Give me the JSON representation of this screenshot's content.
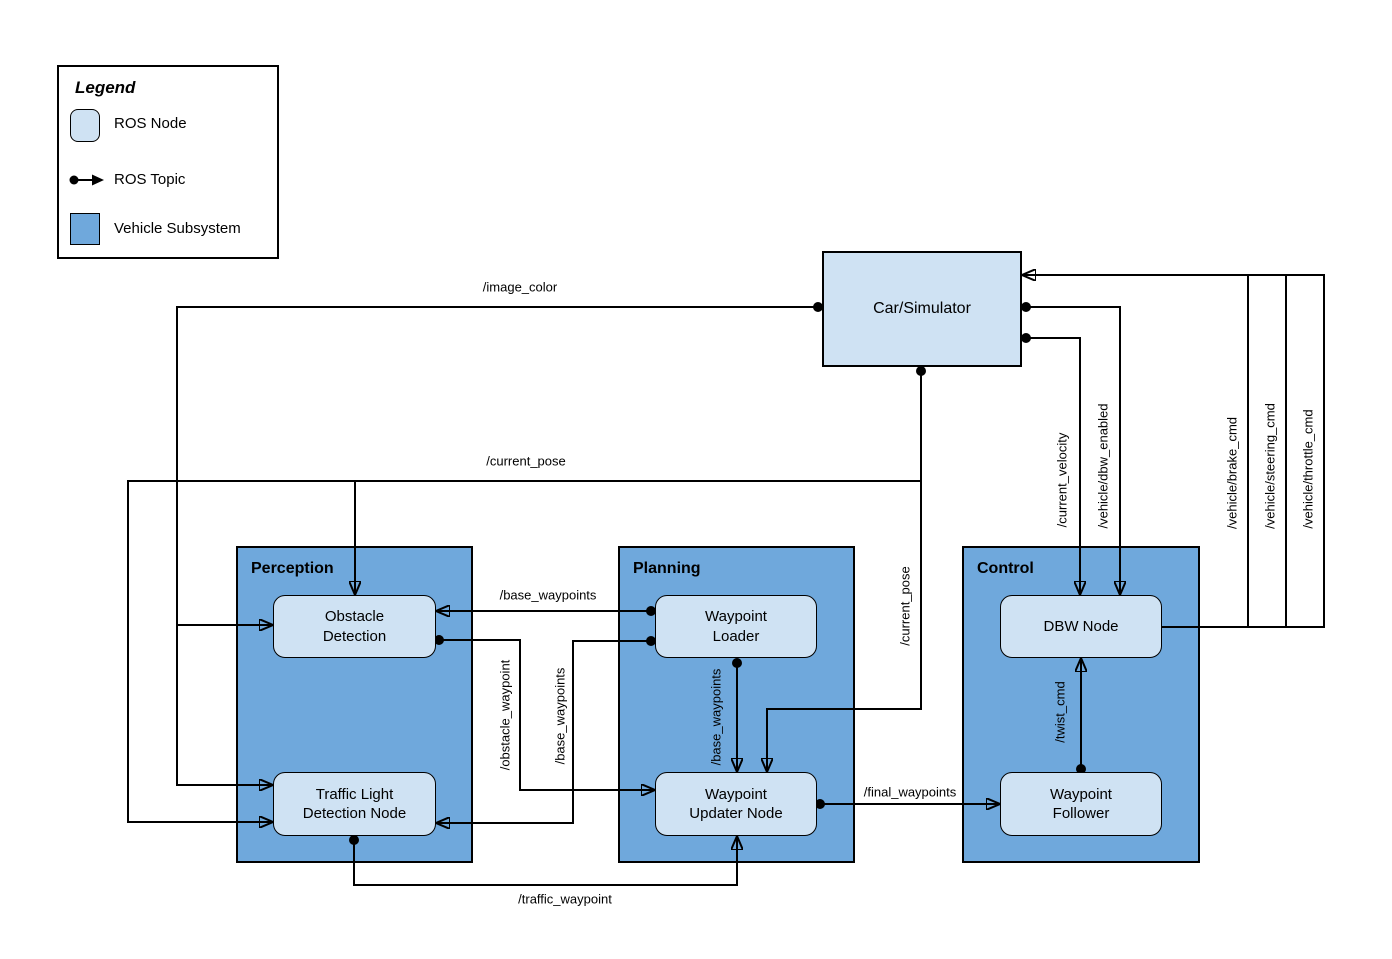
{
  "legend": {
    "title": "Legend",
    "items": {
      "ros_node": "ROS Node",
      "ros_topic": "ROS Topic",
      "vehicle_subsystem": "Vehicle Subsystem"
    }
  },
  "subsystems": {
    "perception": "Perception",
    "planning": "Planning",
    "control": "Control"
  },
  "nodes": {
    "car_simulator": {
      "label": "Car/Simulator"
    },
    "obstacle_detection": {
      "line1": "Obstacle",
      "line2": "Detection"
    },
    "traffic_light_detection": {
      "line1": "Traffic Light",
      "line2": "Detection Node"
    },
    "waypoint_loader": {
      "line1": "Waypoint",
      "line2": "Loader"
    },
    "waypoint_updater": {
      "line1": "Waypoint",
      "line2": "Updater Node"
    },
    "dbw_node": {
      "label": "DBW Node"
    },
    "waypoint_follower": {
      "line1": "Waypoint",
      "line2": "Follower"
    }
  },
  "topics": {
    "image_color": "/image_color",
    "current_pose": "/current_pose",
    "base_waypoints": "/base_waypoints",
    "obstacle_waypoint": "/obstacle_waypoint",
    "traffic_waypoint": "/traffic_waypoint",
    "final_waypoints": "/final_waypoints",
    "twist_cmd": "/twist_cmd",
    "current_velocity": "/current_velocity",
    "dbw_enabled": "/vehicle/dbw_enabled",
    "brake_cmd": "/vehicle/brake_cmd",
    "steering_cmd": "/vehicle/steering_cmd",
    "throttle_cmd": "/vehicle/throttle_cmd"
  },
  "colors": {
    "node_fill": "#cfe2f3",
    "subsystem_fill": "#6fa8dc",
    "line": "#000000",
    "background": "#ffffff"
  }
}
